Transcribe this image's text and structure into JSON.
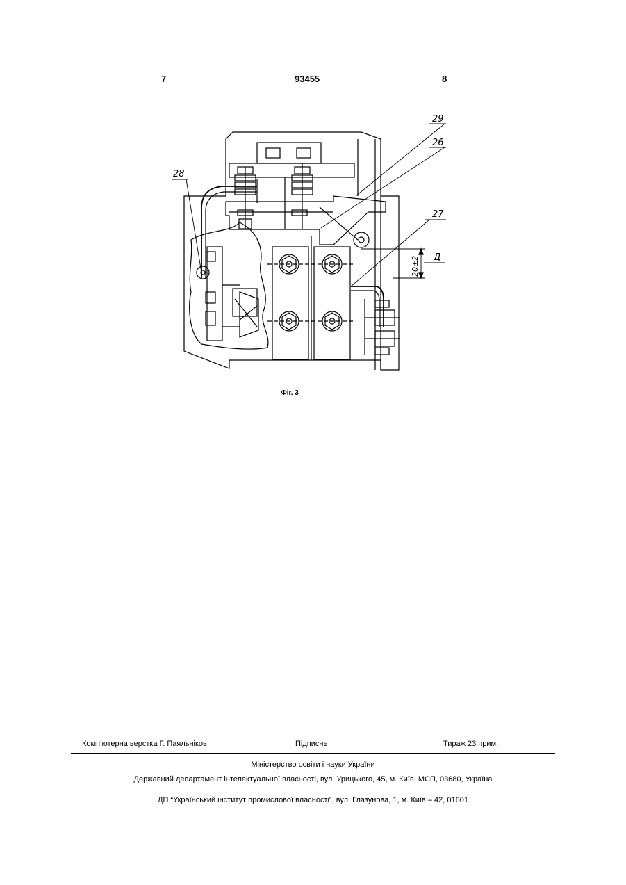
{
  "header": {
    "page_left": "7",
    "patent_number": "93455",
    "page_right": "8"
  },
  "figure": {
    "labels": {
      "l29": "29",
      "l26": "26",
      "l28": "28",
      "l27": "27",
      "dim": "20±2",
      "view": "Д"
    },
    "caption": "Фіг. 3"
  },
  "footer": {
    "layout_credit": "Комп’ютерна верстка Г. Паяльніков",
    "signed": "Підписне",
    "circulation": "Тираж 23 прим.",
    "ministry": "Міністерство освіти і науки України",
    "department": "Державний департамент інтелектуальної власності, вул. Урицького, 45, м. Київ, МСП, 03680, Україна",
    "institute": "ДП “Український інститут промислової власності”, вул. Глазунова, 1, м. Київ – 42, 01601"
  }
}
